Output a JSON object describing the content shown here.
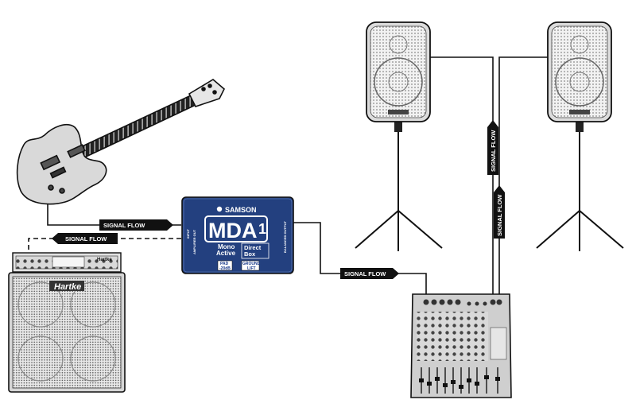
{
  "flow_labels": {
    "guitar_to_di": "SIGNAL FLOW",
    "di_to_amp": "SIGNAL FLOW",
    "di_to_mixer": "SIGNAL FLOW",
    "mixer_to_left_speaker": "SIGNAL FLOW",
    "mixer_to_right_speaker": "SIGNAL FLOW"
  },
  "di_box": {
    "brand": "SAMSON",
    "model": "MDA",
    "model_suffix": "1",
    "desc_line1": "Mono",
    "desc_line2": "Active",
    "desc_line3": "Direct",
    "desc_line4": "Box",
    "pad_label": "PAD",
    "ground_label": "GROUND",
    "lift_label": "LIFT",
    "db_label": "-20dB",
    "output_label": "BALANCED OUTPUT",
    "input_label": "INPUT",
    "thru_label": "AMPLIFIER OUT",
    "accent_color": "#23407f"
  },
  "amp_head": {
    "brand": "Hartke"
  },
  "cabinet": {
    "brand": "Hartke"
  }
}
